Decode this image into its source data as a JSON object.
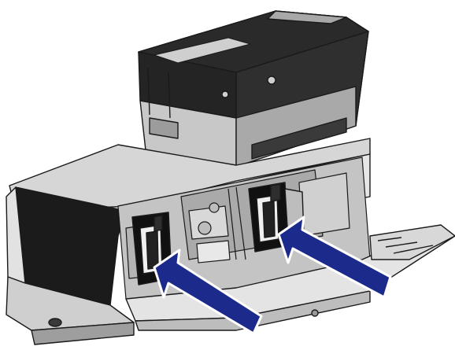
{
  "figure": {
    "colors": {
      "background": "#ffffff",
      "outline": "#1a1a1a",
      "body_light": "#d9d9d9",
      "body_mid": "#b8b8b8",
      "panel_dark": "#2b2b2b",
      "panel_black": "#161616",
      "arrow_fill": "#1c2a8c",
      "arrow_stroke": "#ffffff"
    },
    "icons": [
      "printer-illustration",
      "laminator-module",
      "cartridge-left",
      "cartridge-right",
      "insert-arrow-left",
      "insert-arrow-right"
    ]
  }
}
